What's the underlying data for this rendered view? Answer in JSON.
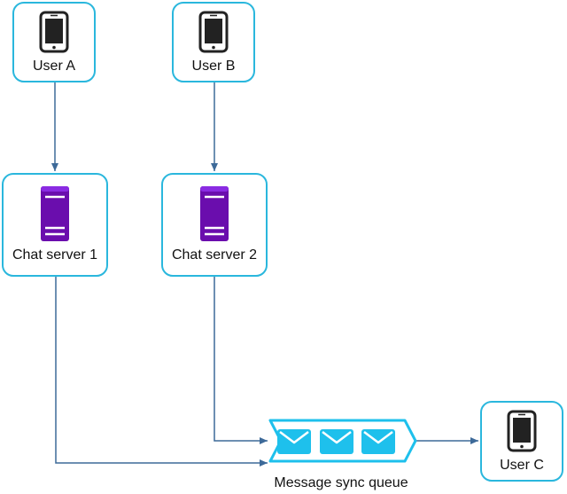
{
  "nodes": {
    "user_a": {
      "label": "User A",
      "icon": "mobile-phone-icon"
    },
    "user_b": {
      "label": "User B",
      "icon": "mobile-phone-icon"
    },
    "user_c": {
      "label": "User C",
      "icon": "mobile-phone-icon"
    },
    "server_1": {
      "label": "Chat server 1",
      "icon": "server-icon"
    },
    "server_2": {
      "label": "Chat server 2",
      "icon": "server-icon"
    }
  },
  "queue": {
    "label": "Message sync queue",
    "icon": "message-queue-icon",
    "message_icon": "envelope-icon",
    "message_count": 3
  },
  "edges": [
    {
      "from": "User A",
      "to": "Chat server 1"
    },
    {
      "from": "User B",
      "to": "Chat server 2"
    },
    {
      "from": "Chat server 1",
      "to": "Message sync queue"
    },
    {
      "from": "Chat server 2",
      "to": "Message sync queue"
    },
    {
      "from": "Message sync queue",
      "to": "User C"
    }
  ],
  "colors": {
    "node_border": "#2ab7dd",
    "edge": "#3d6a99",
    "server": "#6a0dad",
    "queue": "#1ec0ec"
  }
}
